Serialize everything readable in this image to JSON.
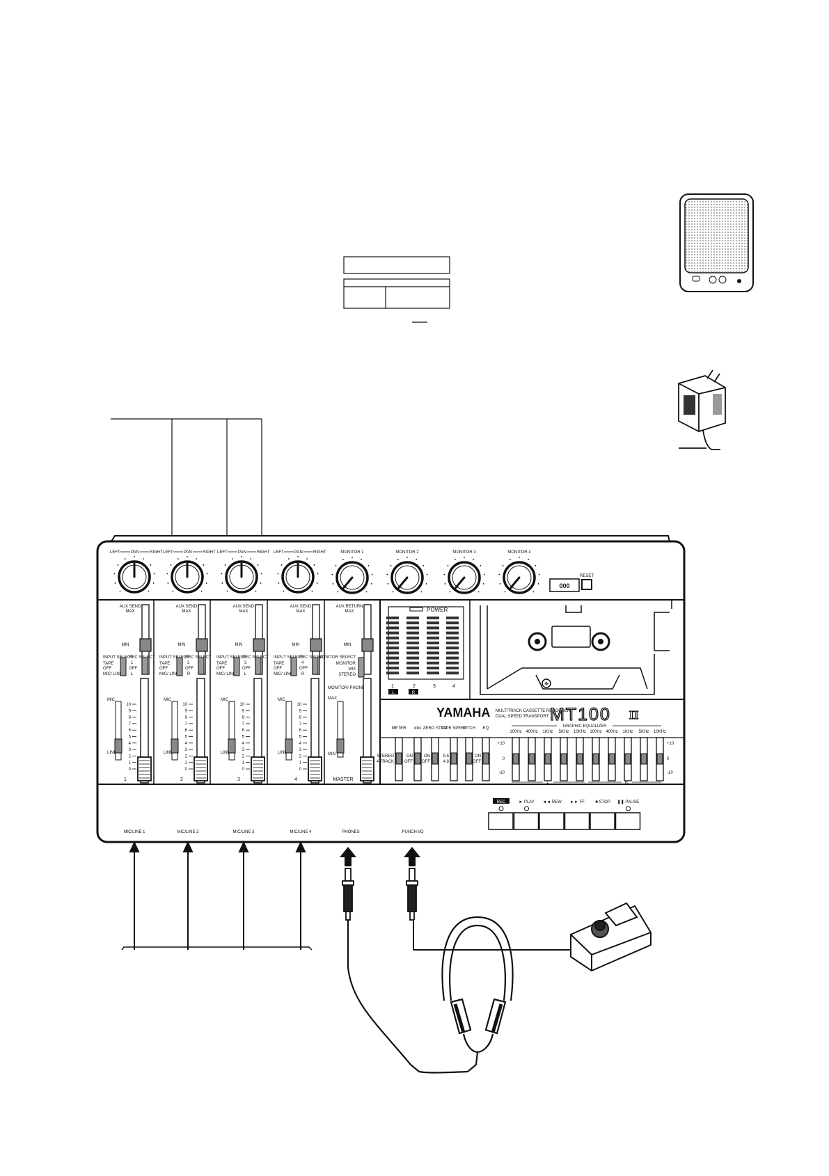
{
  "brand": {
    "name": "YAMAHA",
    "tagline_1": "MULTITRACK CASSETTE RECORDER",
    "tagline_2": "DUAL SPEED TRANSPORT",
    "model": "MT100",
    "model_suffix": "II"
  },
  "pan": {
    "left": "LEFT",
    "center": "PAN",
    "right": "RIGHT"
  },
  "monitor_knobs": [
    "MONITOR 1",
    "MONITOR 2",
    "MONITOR 3",
    "MONITOR 4"
  ],
  "counter": {
    "digits": "000",
    "reset": "RESET"
  },
  "channels": [
    {
      "number": "1",
      "aux": "AUX SEND",
      "rec_value": "1",
      "jack": "MIC/LINE 1"
    },
    {
      "number": "2",
      "aux": "AUX SEND",
      "rec_value": "2",
      "jack": "MIC/LINE 2"
    },
    {
      "number": "3",
      "aux": "AUX SEND",
      "rec_value": "3",
      "jack": "MIC/LINE 3"
    },
    {
      "number": "4",
      "aux": "AUX SEND",
      "rec_value": "4",
      "jack": "MIC/LINE 4"
    }
  ],
  "strip_labels": {
    "max": "MAX",
    "min": "MIN",
    "input_select": "INPUT SELECT",
    "tape": "TAPE",
    "off": "OFF",
    "mic_line": "MIC/ LINE",
    "rec_select": "REC SELECT",
    "l": "L",
    "r": "R",
    "mic": "MIC",
    "line": "LINE"
  },
  "master": {
    "aux_return": "AUX RETURN",
    "monitor_select": "MONITOR SELECT",
    "sel_monitor": "MONITOR",
    "sel_mix": "MIX",
    "sel_stereo": "STEREO",
    "monitor_phones": "MONITOR/ PHONES",
    "label": "MASTER"
  },
  "power": {
    "label": "POWER",
    "meter_numbers": [
      "1",
      "2",
      "3",
      "4"
    ],
    "meter_marks": [
      "L",
      "R"
    ]
  },
  "switches": [
    {
      "label": "METER",
      "states": [
        "STEREO",
        "4 TRACK"
      ]
    },
    {
      "label": "dbx",
      "states": [
        "ON",
        "OFF"
      ]
    },
    {
      "label": "ZERO STOP",
      "states": [
        "ON",
        "OFF"
      ]
    },
    {
      "label": "TAPE SPEED",
      "states": [
        "9.5",
        "4.8"
      ]
    },
    {
      "label": "PITCH",
      "states": [
        "",
        ""
      ]
    },
    {
      "label": "EQ",
      "states": [
        "ON",
        "OFF"
      ]
    }
  ],
  "eq": {
    "title": "GRAPHIC EQUALIZER",
    "bands": [
      "100Hz",
      "400Hz",
      "1KHz",
      "5KHz",
      "10KHz",
      "100Hz",
      "400Hz",
      "1KHz",
      "5KHz",
      "10KHz"
    ],
    "scale_top": "+10",
    "scale_mid": "0",
    "scale_bottom": "-10",
    "side_l": "L",
    "side_r": "R"
  },
  "transport": [
    "REC",
    "PLAY",
    "REW",
    "FF",
    "STOP",
    "PAUSE"
  ],
  "jacks": {
    "phones": "PHONES",
    "punch": "PUNCH I/O"
  }
}
